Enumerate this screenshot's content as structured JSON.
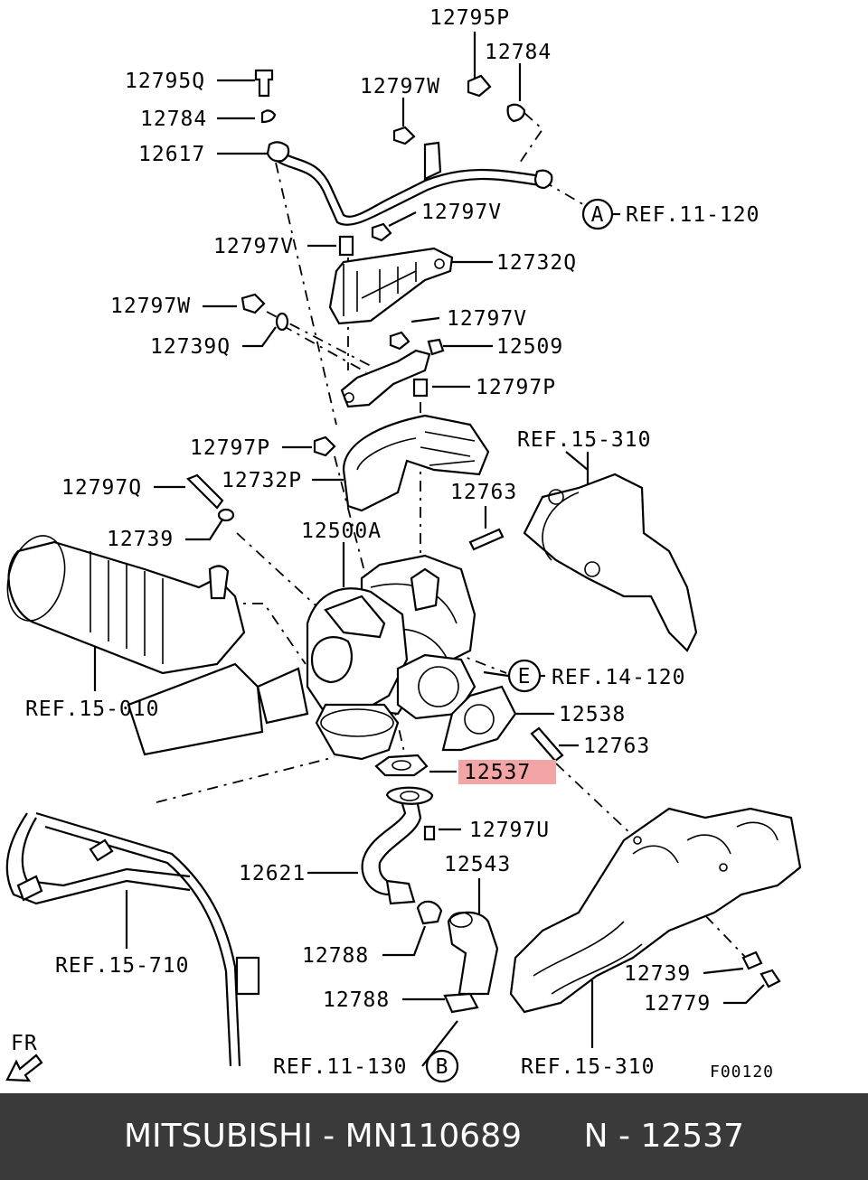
{
  "labels": {
    "p12795P": "12795P",
    "p12784a": "12784",
    "p12795Q": "12795Q",
    "p12797Wa": "12797W",
    "p12784b": "12784",
    "p12617": "12617",
    "p12797Va": "12797V",
    "refA": "REF.11-120",
    "p12797Vb": "12797V",
    "p12732Q": "12732Q",
    "p12797Wb": "12797W",
    "p12797Vc": "12797V",
    "p12739Q": "12739Q",
    "p12509": "12509",
    "p12797Pa": "12797P",
    "ref15310a": "REF.15-310",
    "p12797Pb": "12797P",
    "p12732P": "12732P",
    "p12797Q": "12797Q",
    "p12763a": "12763",
    "p12739a": "12739",
    "p12500A": "12500A",
    "refE": "REF.14-120",
    "ref15010": "REF.15-010",
    "p12538": "12538",
    "p12763b": "12763",
    "p12537": "12537",
    "p12797U": "12797U",
    "p12621": "12621",
    "p12543": "12543",
    "ref15710": "REF.15-710",
    "p12788a": "12788",
    "p12739b": "12739",
    "p12788b": "12788",
    "p12779": "12779",
    "fr": "FR",
    "refB": "REF.11-130",
    "ref15310b": "REF.15-310",
    "figcode": "F00120"
  },
  "callouts": {
    "A": "A",
    "E": "E",
    "B": "B"
  },
  "highlight_color": "#f3a4a4",
  "footer": {
    "text": "MITSUBISHI - MN110689      N - 12537",
    "background": "#3a3a3a",
    "color": "#ffffff"
  }
}
